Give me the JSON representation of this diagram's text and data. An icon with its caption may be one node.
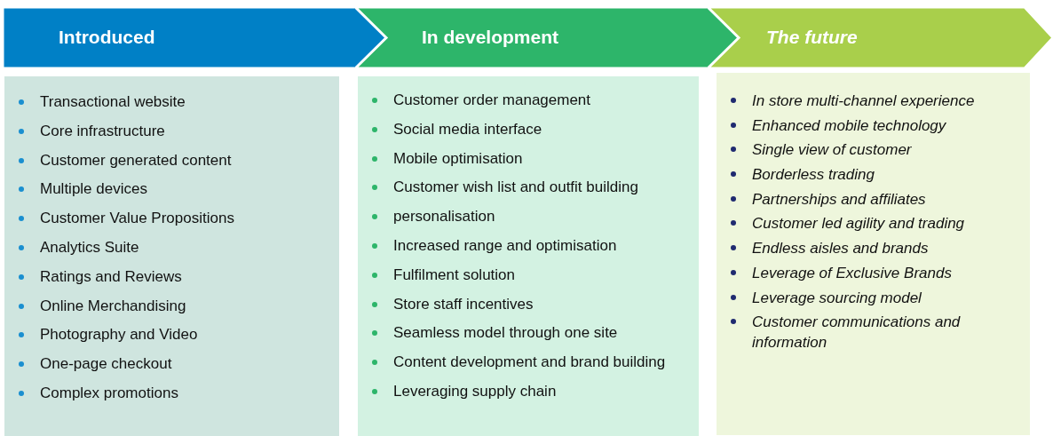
{
  "diagram": {
    "nodes": [
      {
        "text": [
          "Introduced"
        ]
      },
      {
        "text": [
          "In development"
        ]
      },
      {
        "text": [
          "The future"
        ]
      },
      {
        "text": [
          "Transactional website",
          "Core infrastructure",
          "Customer generated content",
          "Multiple devices",
          "Customer Value Propositions",
          "Analytics Suite",
          "Ratings and Reviews",
          "Online Merchandising",
          "Photography and Video",
          "One-page checkout",
          "Complex promotions"
        ]
      },
      {
        "text": [
          "Customer order management",
          "Social media interface",
          "Mobile optimisation",
          "Customer wish list and outfit building",
          "personalisation",
          "Increased range and optimisation",
          "Fulfilment solution",
          "Store staff incentives",
          "Seamless model through one site",
          "Content development and brand building",
          "Leveraging supply chain"
        ]
      },
      {
        "text": [
          "In store multi-channel experience",
          "Enhanced mobile technology",
          "Single view of customer",
          "Borderless trading",
          "Partnerships and affiliates",
          "Customer led agility and trading",
          "Endless aisles and brands",
          "Leverage of Exclusive Brands",
          "Leverage sourcing  model",
          "Customer communications and information"
        ]
      }
    ],
    "edges": []
  }
}
